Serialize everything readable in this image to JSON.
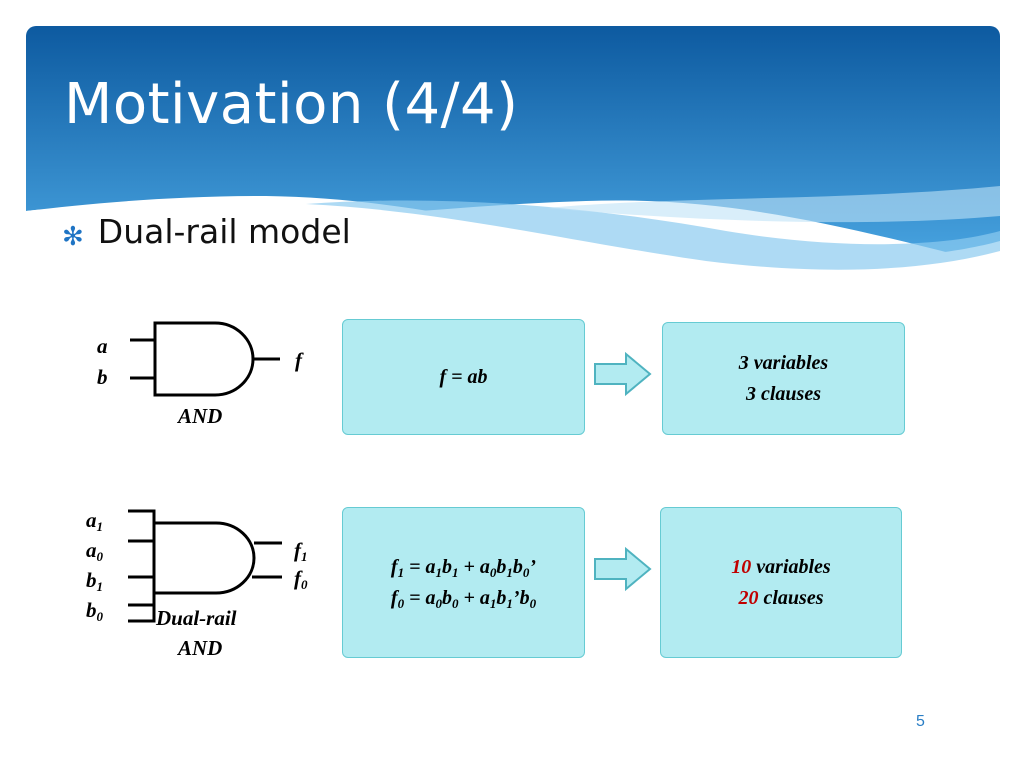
{
  "slide": {
    "title": "Motivation (4/4)",
    "bullet_icon": "asterisk-bullet-icon",
    "bullet_text": "Dual-rail model",
    "page_number": "5"
  },
  "colors": {
    "header_dark": "#0d5aa0",
    "header_light": "#5fb3e8",
    "box_fill": "#b2ebf1",
    "box_border": "#66cbd3",
    "highlight_red": "#c00000"
  },
  "row1": {
    "gate": {
      "inputs": [
        "a",
        "b"
      ],
      "output": "f",
      "caption": "AND"
    },
    "expression": "f = ab",
    "result": {
      "line1": "3 variables",
      "line2": "3 clauses"
    }
  },
  "row2": {
    "gate": {
      "inputs": [
        {
          "base": "a",
          "sub": "1"
        },
        {
          "base": "a",
          "sub": "0"
        },
        {
          "base": "b",
          "sub": "1"
        },
        {
          "base": "b",
          "sub": "0"
        }
      ],
      "outputs": [
        {
          "base": "f",
          "sub": "1"
        },
        {
          "base": "f",
          "sub": "0"
        }
      ],
      "caption_line1": "Dual-rail",
      "caption_line2": "AND"
    },
    "expression": {
      "eq1": "f1 = a1b1 + a0b1b0’",
      "eq2": "f0 = a0b0 + a1b1’b0"
    },
    "result": {
      "var_count": "10",
      "var_word": " variables",
      "clause_count": "20",
      "clause_word": " clauses"
    }
  }
}
